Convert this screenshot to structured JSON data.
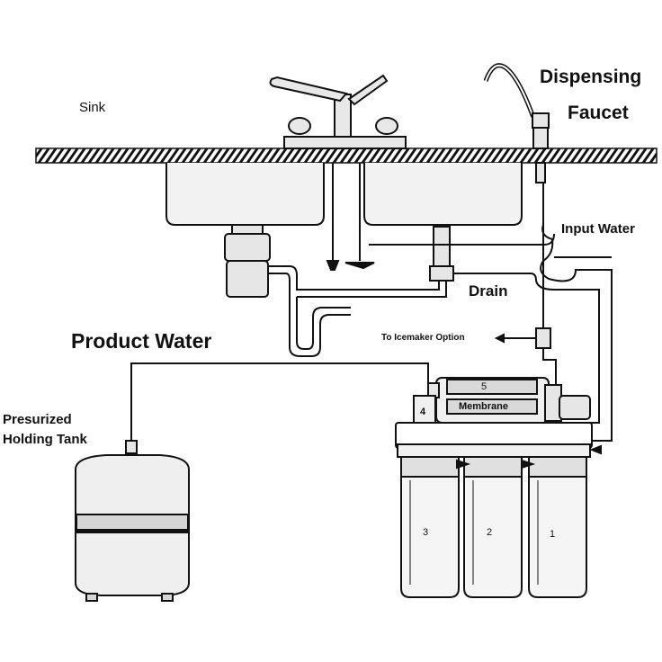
{
  "labels": {
    "sink": "Sink",
    "dispensing": "Dispensing",
    "faucet": "Faucet",
    "input_water": "Input Water",
    "drain": "Drain",
    "product_water": "Product Water",
    "icemaker": "To Icemaker Option",
    "tank_line1": "Presurized",
    "tank_line2": "Holding Tank",
    "membrane": "Membrane",
    "stage5": "5",
    "stage4": "4",
    "stage3": "3",
    "stage2": "2",
    "stage1": "1"
  },
  "colors": {
    "ink": "#111111",
    "fill_light": "#f2f2f2",
    "fill_mid": "#d9d9d9"
  }
}
